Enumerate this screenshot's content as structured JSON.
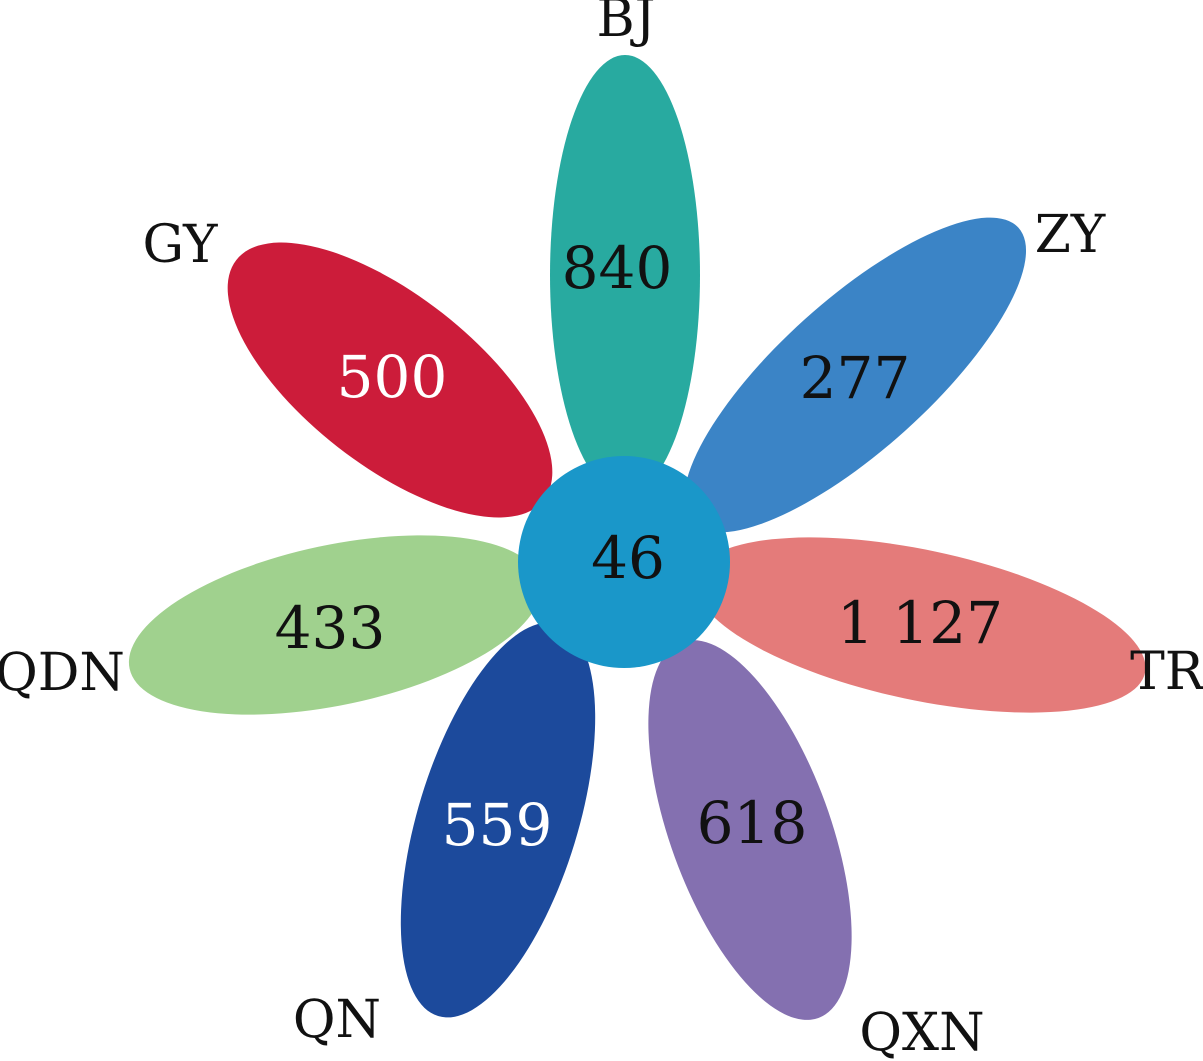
{
  "center": {
    "value": "46",
    "color": "#1a97c9"
  },
  "petals": [
    {
      "id": "bj",
      "label": "BJ",
      "value": "840",
      "color": "#28aaa0",
      "text_color": "#111111"
    },
    {
      "id": "zy",
      "label": "ZY",
      "value": "277",
      "color": "#3b84c6",
      "text_color": "#111111"
    },
    {
      "id": "tr",
      "label": "TR",
      "value": "1 127",
      "color": "#e47b7a",
      "text_color": "#111111"
    },
    {
      "id": "qxn",
      "label": "QXN",
      "value": "618",
      "color": "#8470b0",
      "text_color": "#111111"
    },
    {
      "id": "qn",
      "label": "QN",
      "value": "559",
      "color": "#1c4a9c",
      "text_color": "#ffffff"
    },
    {
      "id": "qdn",
      "label": "QDN",
      "value": "433",
      "color": "#a0d18e",
      "text_color": "#111111"
    },
    {
      "id": "gy",
      "label": "GY",
      "value": "500",
      "color": "#cc1c3a",
      "text_color": "#ffffff"
    }
  ]
}
